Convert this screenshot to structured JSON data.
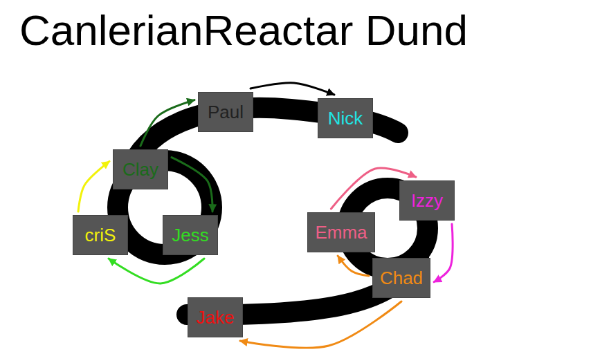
{
  "diagram": {
    "title": "CanlerianReactar Dund",
    "nodes": [
      {
        "text": [
          "Paul"
        ]
      },
      {
        "text": [
          "Nick"
        ]
      },
      {
        "text": [
          "Clay"
        ]
      },
      {
        "text": [
          "criS"
        ]
      },
      {
        "text": [
          "Jess"
        ]
      },
      {
        "text": [
          "Emma"
        ]
      },
      {
        "text": [
          "Izzy"
        ]
      },
      {
        "text": [
          "Chad"
        ]
      },
      {
        "text": [
          "Jake"
        ]
      }
    ],
    "edges": [
      {
        "from": 0,
        "to": 1,
        "arrow": "to"
      },
      {
        "from": 2,
        "to": 0,
        "arrow": "to"
      },
      {
        "from": 2,
        "to": 4,
        "arrow": "to"
      },
      {
        "from": 3,
        "to": 2,
        "arrow": "to"
      },
      {
        "from": 4,
        "to": 3,
        "arrow": "to"
      },
      {
        "from": 5,
        "to": 6,
        "arrow": "to"
      },
      {
        "from": 6,
        "to": 7,
        "arrow": "to"
      },
      {
        "from": 7,
        "to": 5,
        "arrow": "to"
      },
      {
        "from": 7,
        "to": 8,
        "arrow": "to"
      }
    ]
  }
}
